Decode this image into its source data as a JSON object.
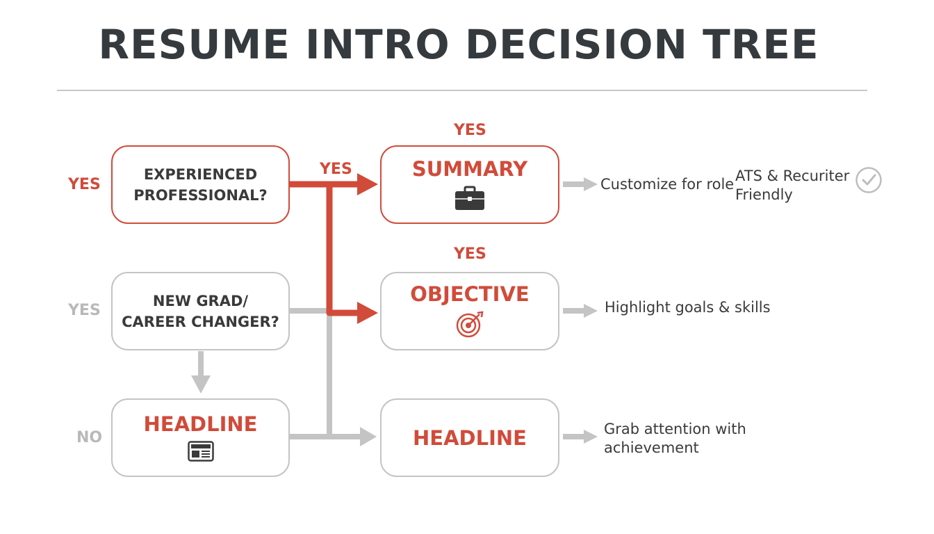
{
  "title": "RESUME INTRO DECISION TREE",
  "decisions": {
    "experienced": {
      "line1": "EXPERIENCED",
      "line2": "PROFESSIONAL?",
      "side_label": "YES"
    },
    "newgrad": {
      "line1": "NEW GRAD/",
      "line2": "CAREER CHANGER?",
      "side_label": "YES"
    },
    "headline_start": {
      "label": "HEADLINE",
      "side_label": "NO",
      "icon": "newspaper-icon"
    }
  },
  "branch_label": "YES",
  "outcomes": {
    "summary": {
      "label": "SUMMARY",
      "top_label": "YES",
      "icon": "briefcase-icon",
      "note": "Customize for role"
    },
    "objective": {
      "label": "OBJECTIVE",
      "top_label": "YES",
      "icon": "target-icon",
      "note": "Highlight goals & skills"
    },
    "headline": {
      "label": "HEADLINE",
      "note_line1": "Grab attention with",
      "note_line2": "achievement"
    }
  },
  "ats_note": {
    "line1": "ATS & Recuriter",
    "line2": "Friendly",
    "icon": "check-circle-icon"
  },
  "colors": {
    "accent": "#d14b3a",
    "muted": "#c4c4c4",
    "text": "#353a3e"
  }
}
